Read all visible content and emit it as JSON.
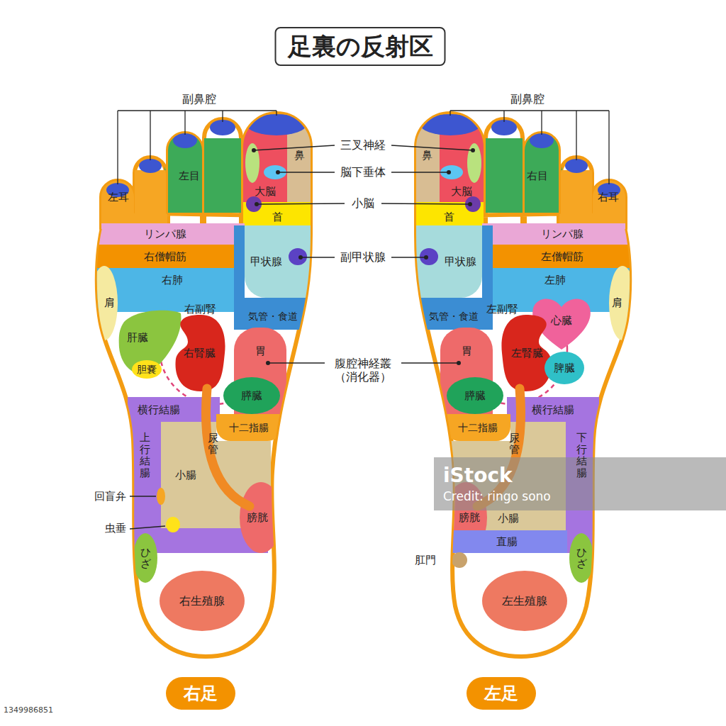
{
  "diagram": {
    "title": "足裏の反射区",
    "nodes": [
      {
        "text": [
          "鼻"
        ]
      },
      {
        "text": [
          "大脳"
        ]
      },
      {
        "text": [
          "左目"
        ]
      },
      {
        "text": [
          "左耳"
        ]
      },
      {
        "text": [
          "首"
        ]
      },
      {
        "text": [
          "リンパ腺"
        ]
      },
      {
        "text": [
          "右僧帽筋"
        ]
      },
      {
        "text": [
          "甲状腺"
        ]
      },
      {
        "text": [
          "右肺"
        ]
      },
      {
        "text": [
          "肩"
        ]
      },
      {
        "text": [
          "気管・食道"
        ]
      },
      {
        "text": [
          "肝臓"
        ]
      },
      {
        "text": [
          "右腎臓"
        ]
      },
      {
        "text": [
          "胃"
        ]
      },
      {
        "text": [
          "胆嚢"
        ]
      },
      {
        "text": [
          "膵臓"
        ]
      },
      {
        "text": [
          "横行結腸"
        ]
      },
      {
        "text": [
          "十二指腸"
        ]
      },
      {
        "text": [
          "尿管"
        ]
      },
      {
        "text": [
          "上行結腸"
        ]
      },
      {
        "text": [
          "小腸"
        ]
      },
      {
        "text": [
          "膀胱"
        ]
      },
      {
        "text": [
          "ひざ"
        ]
      },
      {
        "text": [
          "右生殖腺"
        ]
      },
      {
        "text": [
          "右足"
        ]
      },
      {
        "text": [
          "右目"
        ]
      },
      {
        "text": [
          "鼻"
        ]
      },
      {
        "text": [
          "大脳"
        ]
      },
      {
        "text": [
          "右耳"
        ]
      },
      {
        "text": [
          "首"
        ]
      },
      {
        "text": [
          "リンパ腺"
        ]
      },
      {
        "text": [
          "左僧帽筋"
        ]
      },
      {
        "text": [
          "甲状腺"
        ]
      },
      {
        "text": [
          "左肺"
        ]
      },
      {
        "text": [
          "肩"
        ]
      },
      {
        "text": [
          "気管・食道"
        ]
      },
      {
        "text": [
          "心臓"
        ]
      },
      {
        "text": [
          "左腎臓"
        ]
      },
      {
        "text": [
          "胃"
        ]
      },
      {
        "text": [
          "脾臓"
        ]
      },
      {
        "text": [
          "膵臓"
        ]
      },
      {
        "text": [
          "横行結腸"
        ]
      },
      {
        "text": [
          "十二指腸"
        ]
      },
      {
        "text": [
          "尿管"
        ]
      },
      {
        "text": [
          "下行結腸"
        ]
      },
      {
        "text": [
          "小腸"
        ]
      },
      {
        "text": [
          "膀胱"
        ]
      },
      {
        "text": [
          "直腸"
        ]
      },
      {
        "text": [
          "ひざ"
        ]
      },
      {
        "text": [
          "左生殖腺"
        ]
      },
      {
        "text": [
          "左足"
        ]
      }
    ],
    "labels": [
      "副鼻腔",
      "副鼻腔",
      "三叉神経",
      "脳下垂体",
      "小脳",
      "副甲状腺",
      "腹腔神経叢 （消化器）",
      "右副腎",
      "左副腎",
      "回盲弁",
      "虫垂",
      "肛門",
      "iStock",
      "Credit: ringo sono",
      "1349986851"
    ]
  }
}
